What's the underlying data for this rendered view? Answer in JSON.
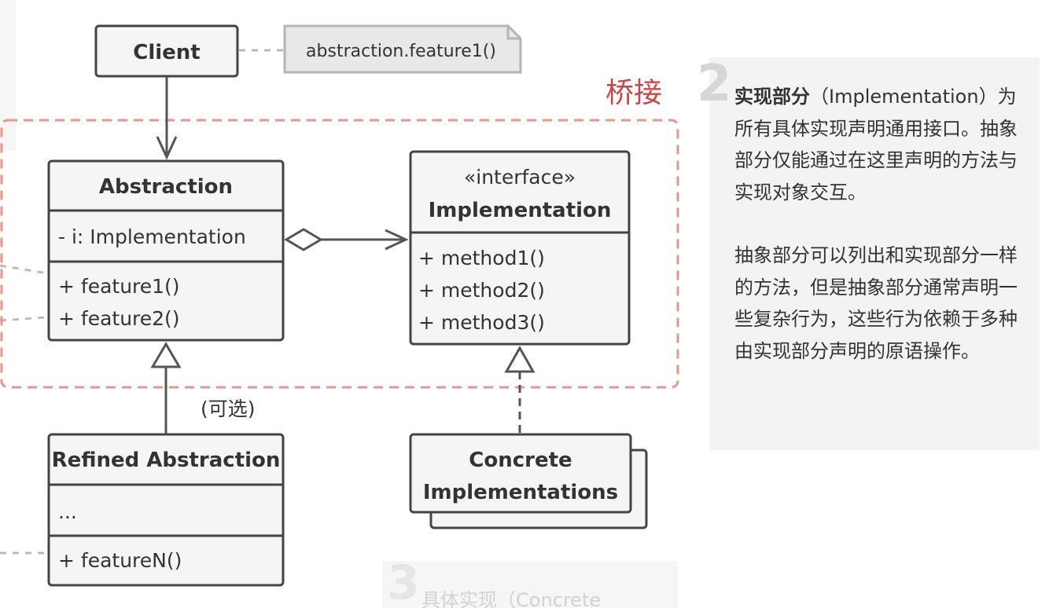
{
  "diagram": {
    "client": "Client",
    "note": "abstraction.feature1()",
    "bridge_label": "桥接",
    "abstraction": {
      "title": "Abstraction",
      "field": "- i: Implementation",
      "methods": [
        "+ feature1()",
        "+ feature2()"
      ]
    },
    "implementation": {
      "stereotype": "«interface»",
      "title": "Implementation",
      "methods": [
        "+ method1()",
        "+ method2()",
        "+ method3()"
      ]
    },
    "optional_label": "(可选)",
    "refined": {
      "title": "Refined Abstraction",
      "field": "...",
      "method": "+ featureN()"
    },
    "concrete": {
      "title_line1": "Concrete",
      "title_line2": "Implementations"
    }
  },
  "side_panel": {
    "number": "2",
    "heading": "实现部分",
    "heading_en": "（Implementation）",
    "para1": "为所有具体实现声明通用接口。抽象部分仅能通过在这里声明的方法与实现对象交互。",
    "para2": "抽象部分可以列出和实现部分一样的方法，但是抽象部分通常声明一些复杂行为，这些行为依赖于多种由实现部分声明的原语操作。"
  },
  "bottom_panel": {
    "number": "3",
    "text": "具体实现（Concrete"
  },
  "colors": {
    "box_fill": "#f5f5f5",
    "box_stroke": "#444444",
    "bridge_red": "#c94646",
    "bridge_dash": "#e8958a",
    "panel_bg": "#f3f3f3"
  }
}
